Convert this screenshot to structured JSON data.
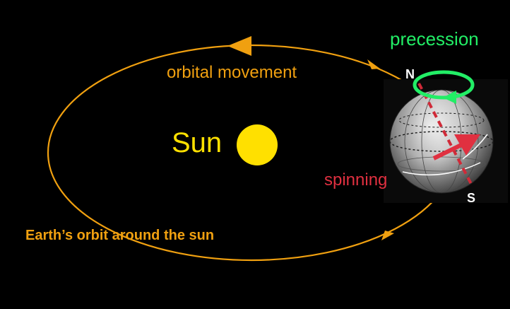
{
  "diagram": {
    "labels": {
      "sun": "Sun",
      "orbital_movement": "orbital movement",
      "precession": "precession",
      "spinning": "spinning",
      "north_pole": "N",
      "south_pole": "S",
      "orbit_caption": "Earth’s orbit around the sun"
    },
    "colors": {
      "background": "#000000",
      "orbit": "#f0a010",
      "sun": "#ffe000",
      "precession": "#22ee66",
      "spinning": "#e03040",
      "pole_label": "#ffffff"
    },
    "icons": [
      "sun-icon",
      "earth-globe-icon",
      "precession-ring-icon",
      "spin-arrow-icon",
      "axis-line-icon",
      "orbit-direction-arrow-icon"
    ]
  }
}
